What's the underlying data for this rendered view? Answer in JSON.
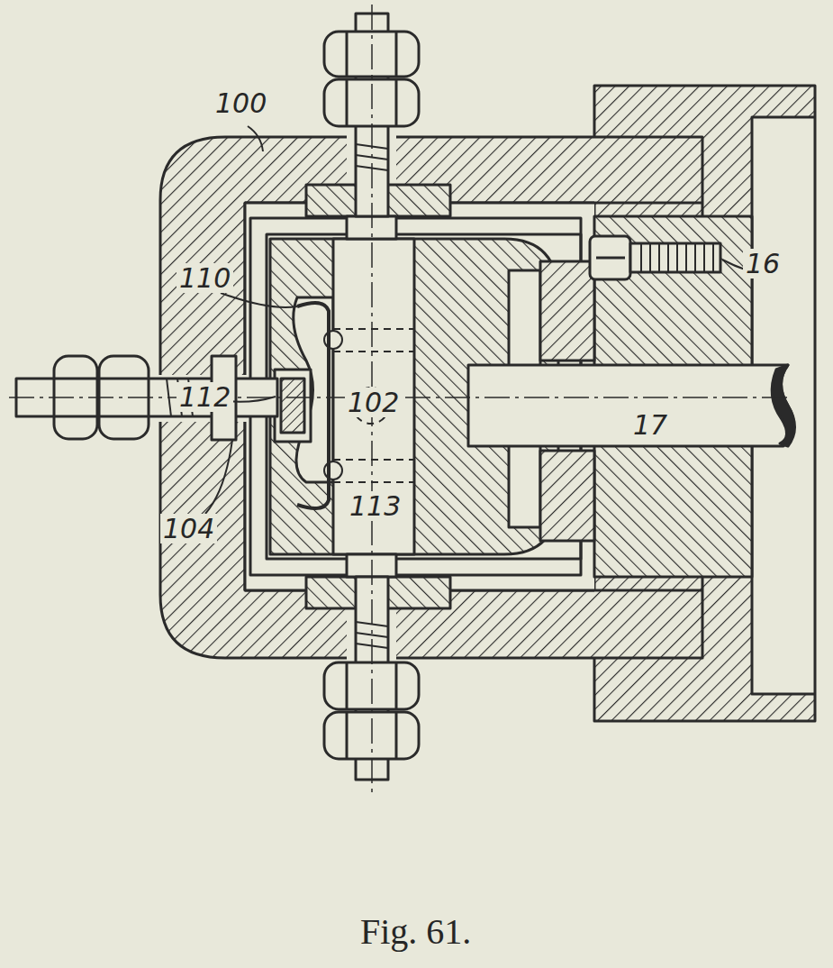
{
  "diagram": {
    "caption": "Fig. 61.",
    "labels": [
      "100",
      "110",
      "112",
      "104",
      "102",
      "113",
      "16",
      "17"
    ]
  }
}
